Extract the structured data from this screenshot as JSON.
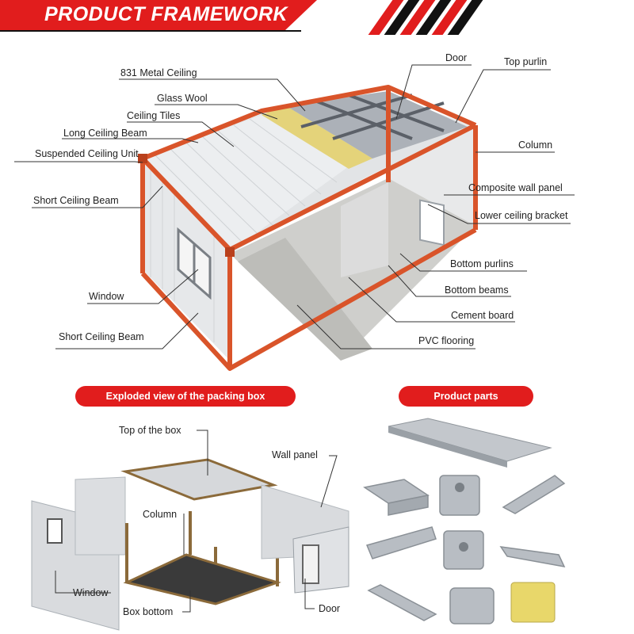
{
  "header": {
    "title": "PRODUCT FRAMEWORK"
  },
  "framework_labels": {
    "metal_ceiling": "831 Metal Ceiling",
    "glass_wool": "Glass Wool",
    "ceiling_tiles": "Ceiling Tiles",
    "long_ceiling_beam": "Long Ceiling Beam",
    "suspended_ceiling_unit": "Suspended Ceiling Unit",
    "short_ceiling_beam_top": "Short Ceiling Beam",
    "window": "Window",
    "short_ceiling_beam_bottom": "Short Ceiling Beam",
    "door": "Door",
    "top_purlin": "Top purlin",
    "column": "Column",
    "composite_wall_panel": "Composite wall panel",
    "lower_ceiling_bracket": "Lower ceiling bracket",
    "bottom_purlins": "Bottom purlins",
    "bottom_beams": "Bottom beams",
    "cement_board": "Cement board",
    "pvc_flooring": "PVC flooring"
  },
  "exploded": {
    "heading": "Exploded view of the packing box",
    "labels": {
      "top_of_box": "Top of the box",
      "wall_panel": "Wall panel",
      "column": "Column",
      "window": "Window",
      "box_bottom": "Box bottom",
      "door": "Door"
    }
  },
  "parts": {
    "heading": "Product parts"
  },
  "colors": {
    "accent": "#e11d1d",
    "frame": "#d9542a",
    "panel": "#e6e8ea",
    "floor": "#cfcfcc"
  }
}
